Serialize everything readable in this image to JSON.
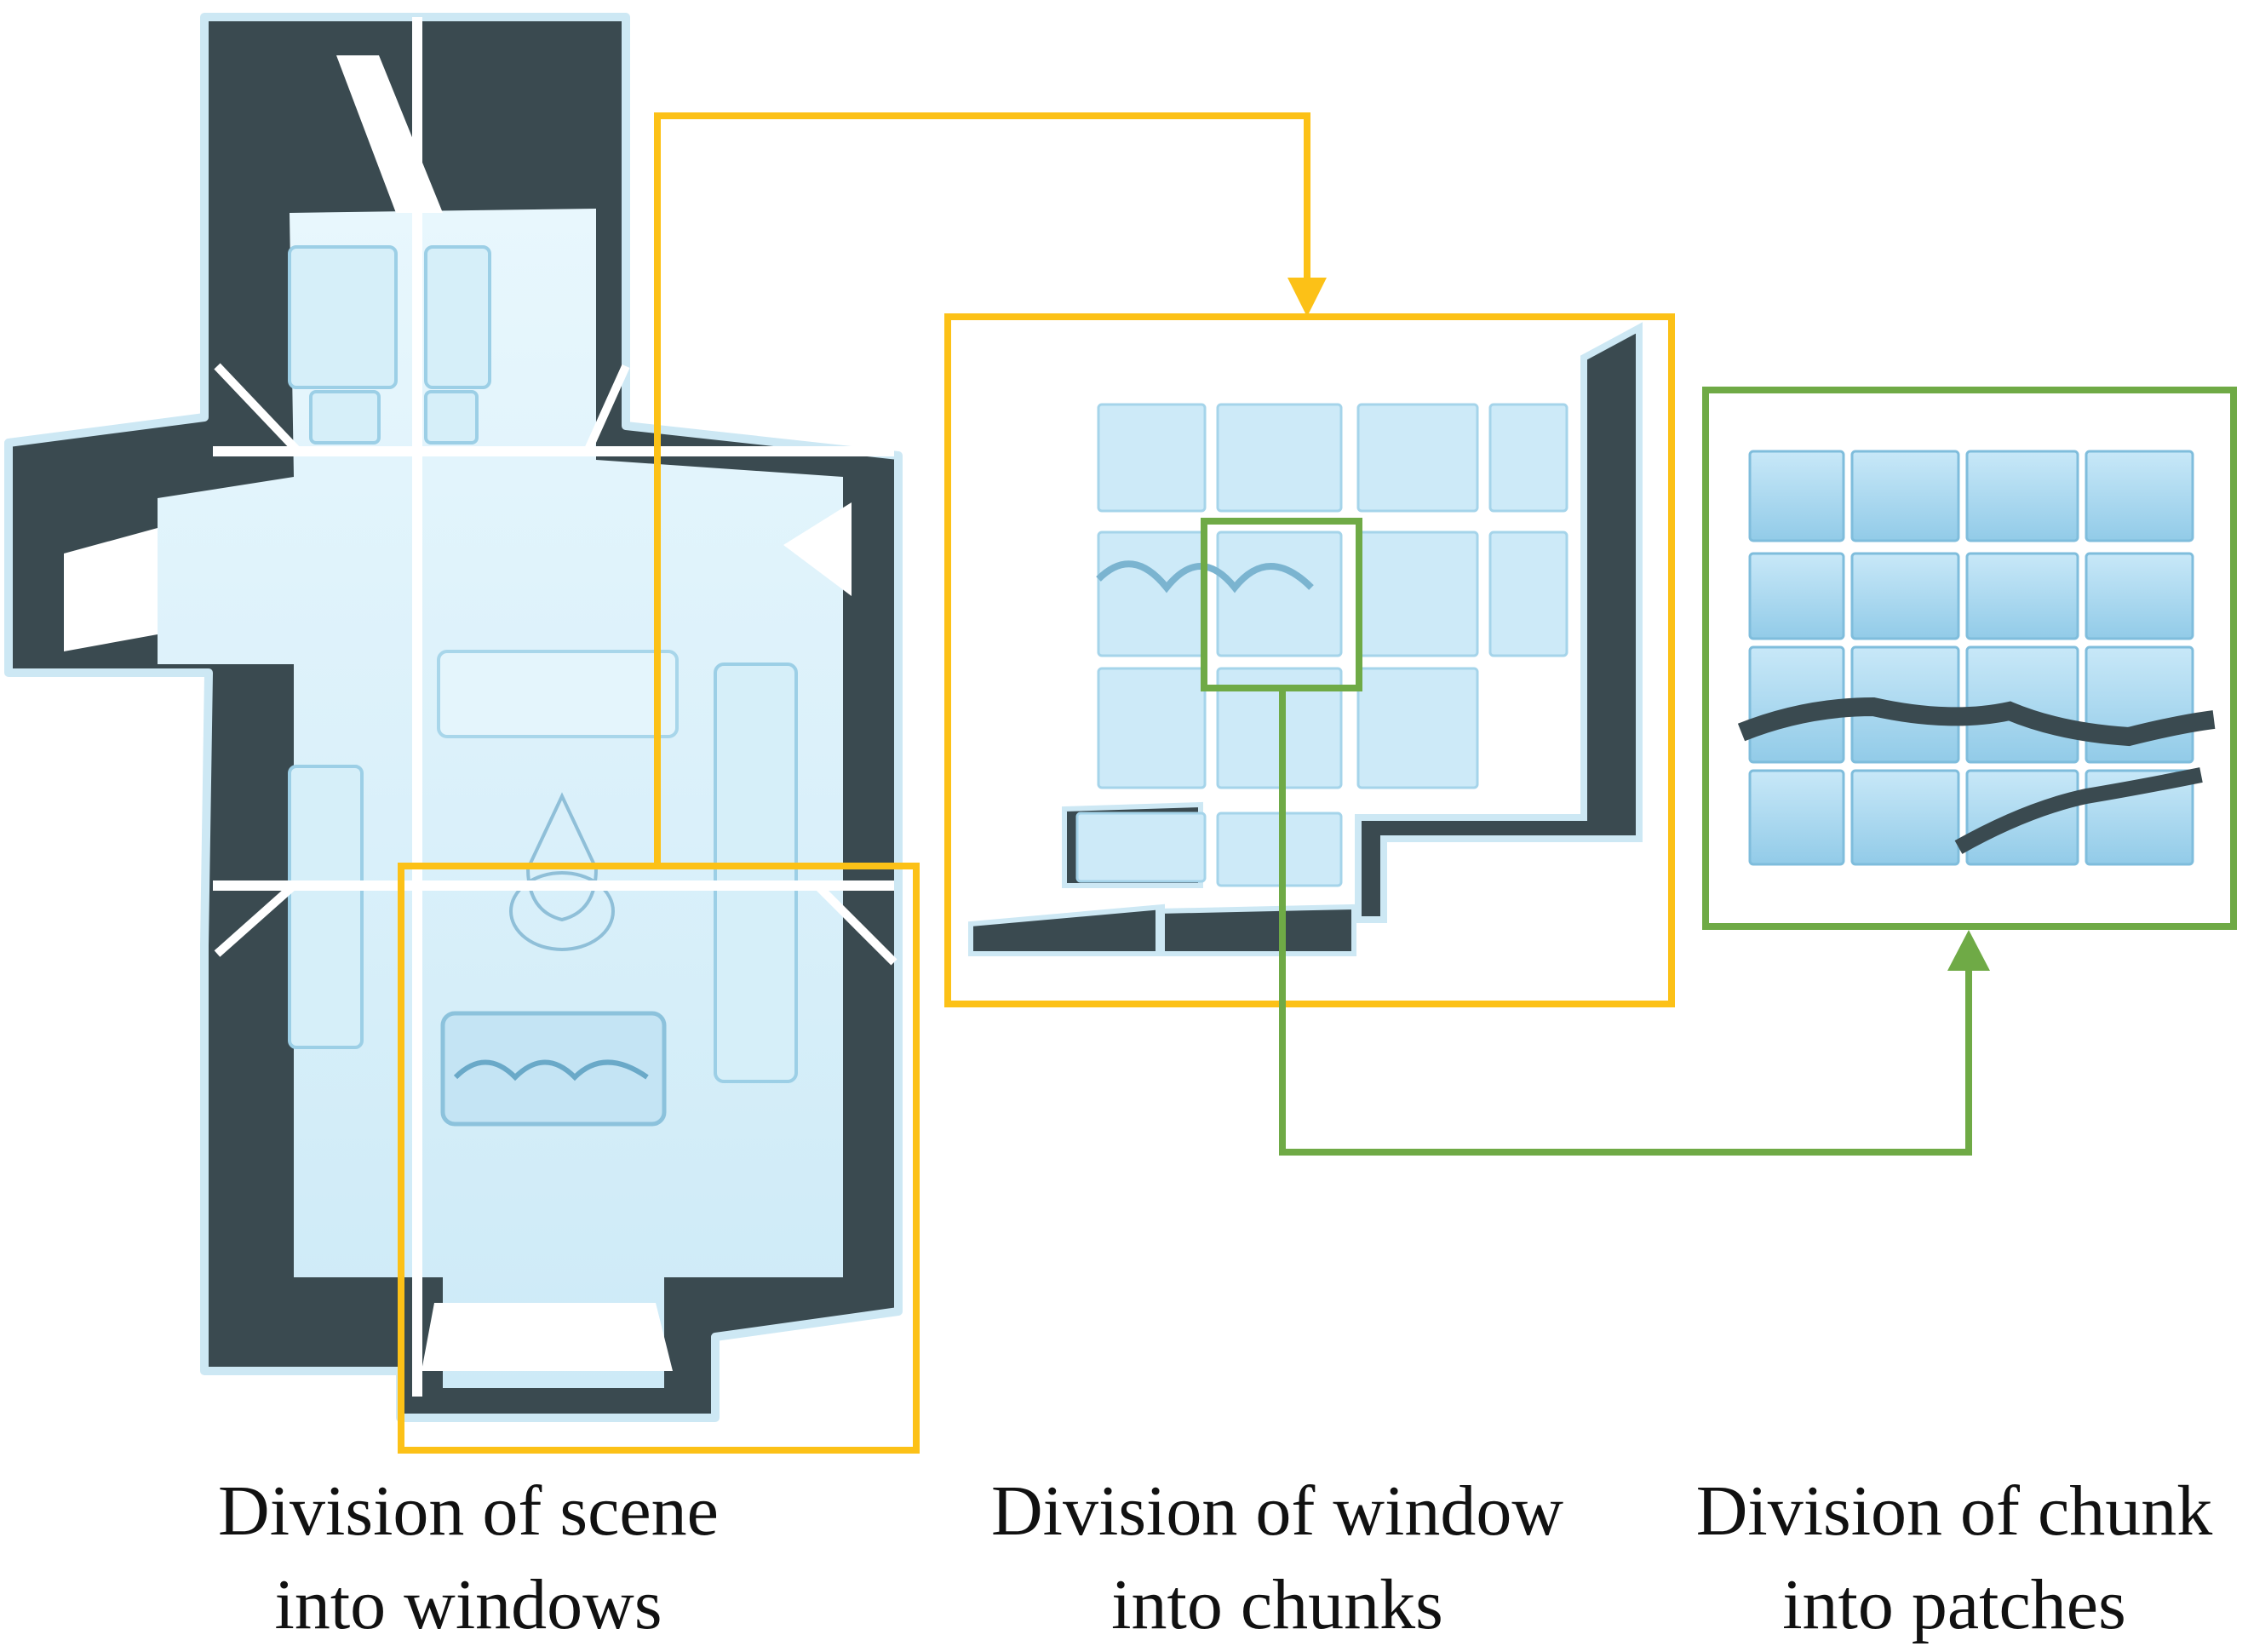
{
  "colors": {
    "surface": "#dff3fb",
    "surface_mid": "#b9e2f5",
    "surface_deep": "#8fcbe8",
    "wall": "#3a4a50",
    "outline": "#cde8f4",
    "window_box": "#fcc117",
    "chunk_box": "#6faa46",
    "text": "#111111"
  },
  "panels": {
    "scene": {
      "caption_line1": "Division of scene",
      "caption_line2": "into windows"
    },
    "window": {
      "caption_line1": "Division of window",
      "caption_line2": "into chunks"
    },
    "chunk": {
      "caption_line1": "Division of chunk",
      "caption_line2": "into patches"
    }
  }
}
